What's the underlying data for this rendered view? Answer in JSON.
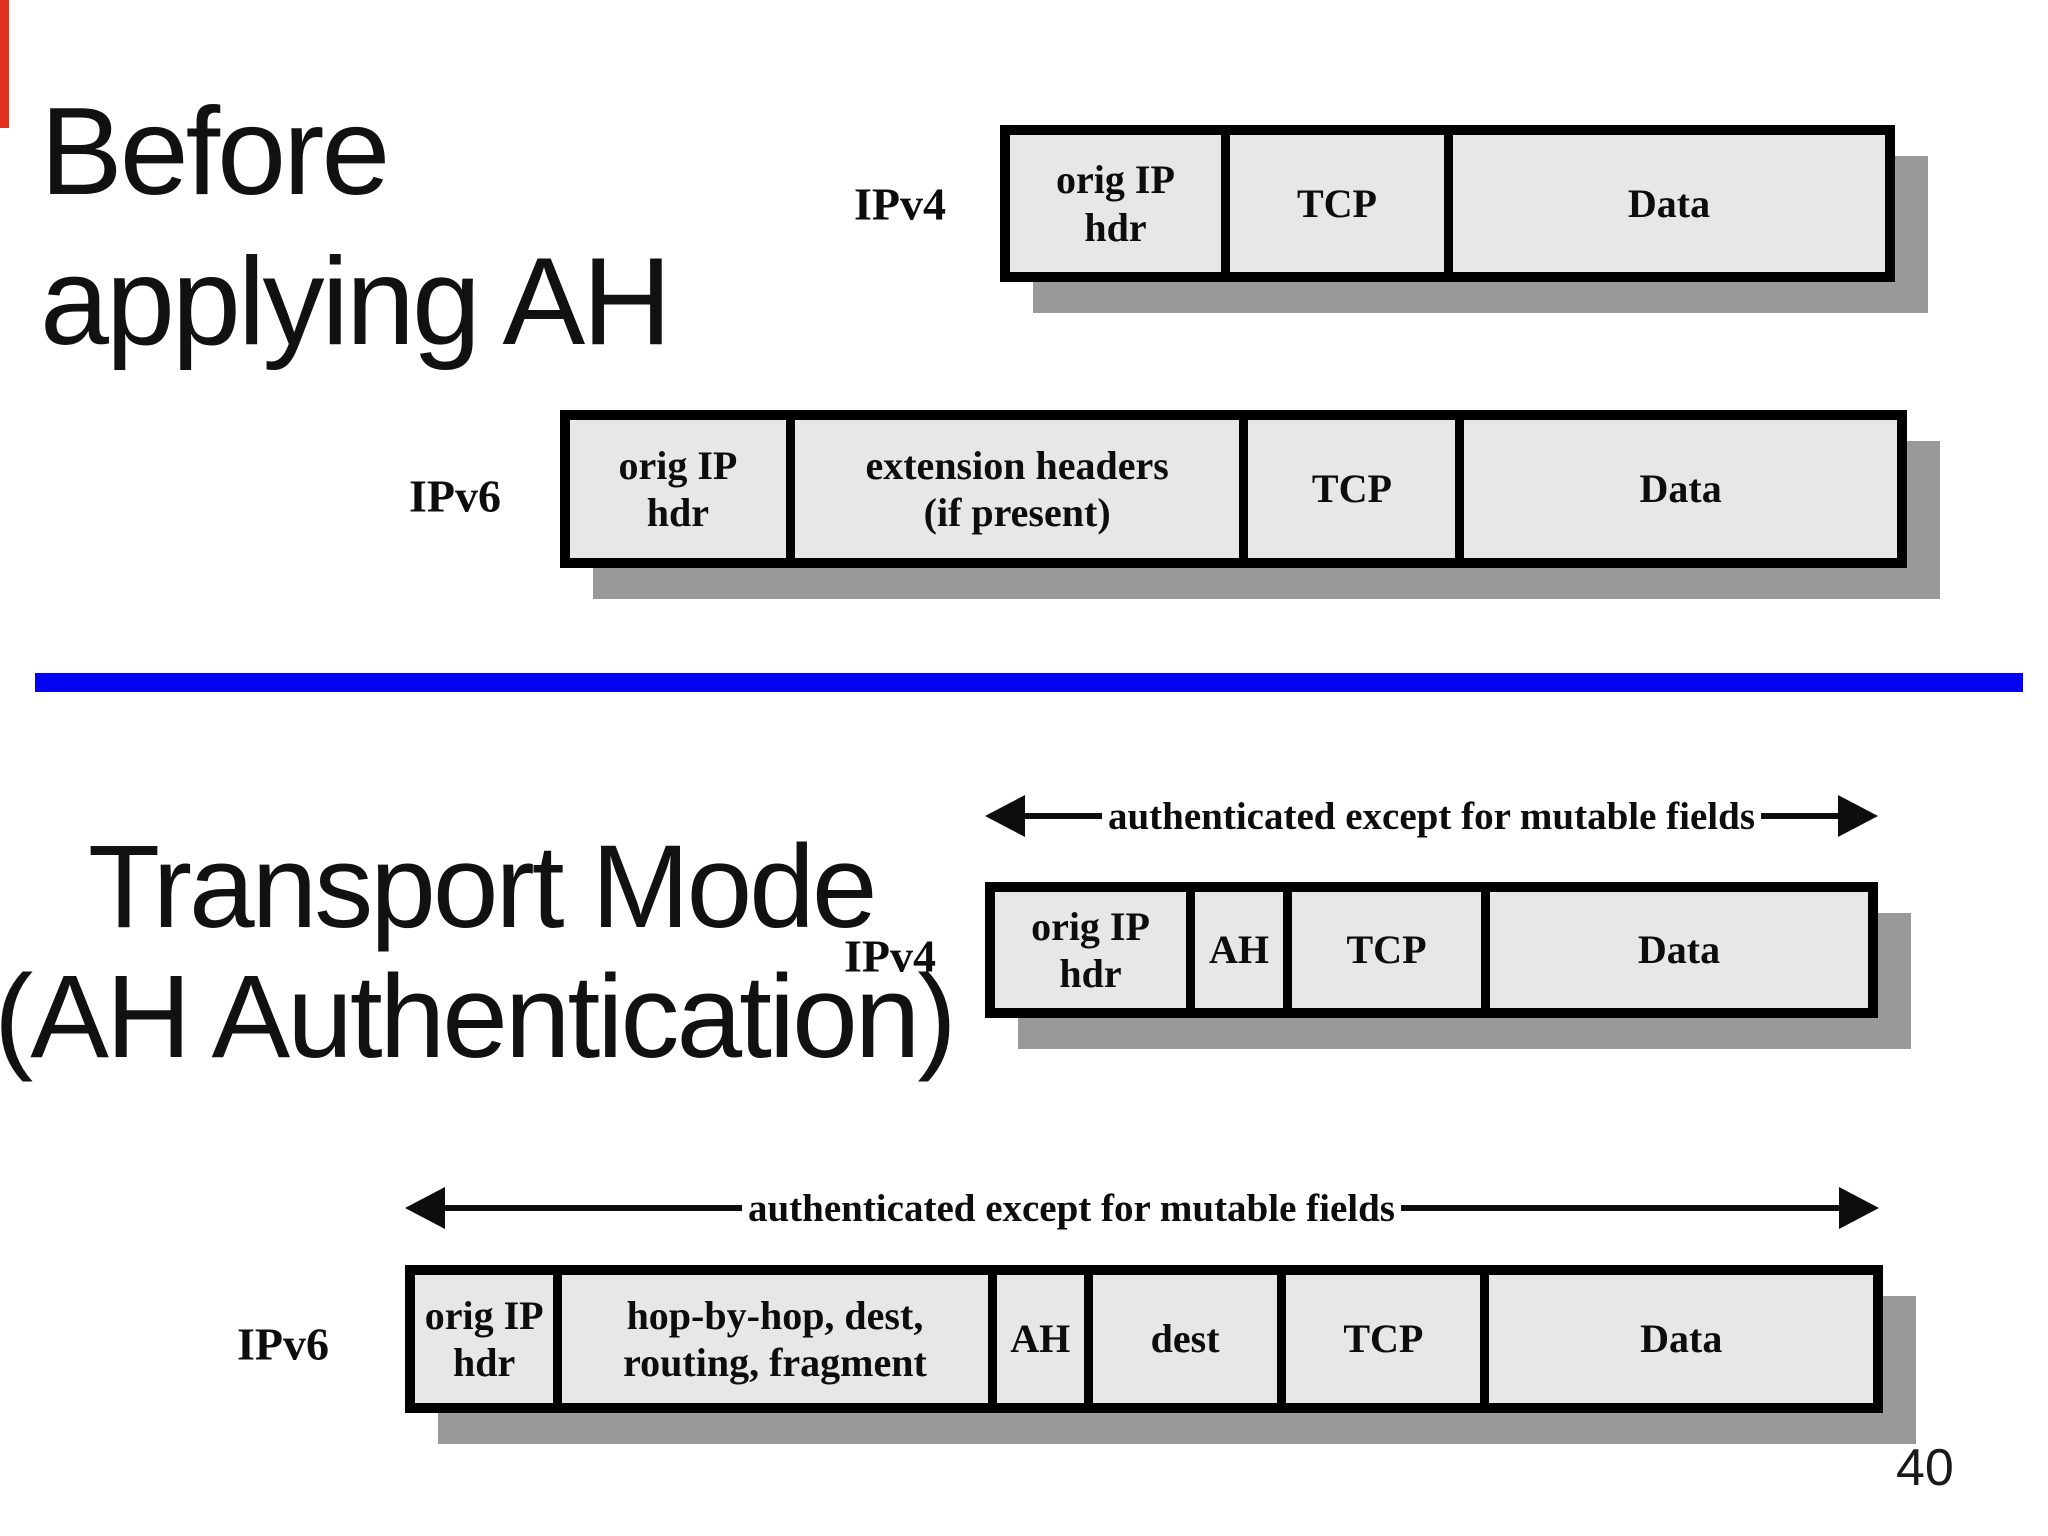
{
  "colors": {
    "box-fill": "#e7e7e7",
    "box-border": "#000000",
    "shadow": "#999999",
    "divider-blue": "#0404f0",
    "red-edge": "#e03020",
    "text": "#111111"
  },
  "page_number": "40",
  "before": {
    "title_line1": "Before",
    "title_line2": "applying AH",
    "ipv4": {
      "label": "IPv4",
      "cells": [
        {
          "text": "orig IP\nhdr"
        },
        {
          "text": "TCP"
        },
        {
          "text": "Data"
        }
      ]
    },
    "ipv6": {
      "label": "IPv6",
      "cells": [
        {
          "text": "orig IP\nhdr"
        },
        {
          "text": "extension headers\n(if present)"
        },
        {
          "text": "TCP"
        },
        {
          "text": "Data"
        }
      ]
    }
  },
  "transport": {
    "title_line1": "Transport Mode",
    "title_line2": "(AH Authentication)",
    "ipv4": {
      "label": "IPv4",
      "arrow_label": "authenticated except for mutable fields",
      "cells": [
        {
          "text": "orig IP\nhdr"
        },
        {
          "text": "AH"
        },
        {
          "text": "TCP"
        },
        {
          "text": "Data"
        }
      ]
    },
    "ipv6": {
      "label": "IPv6",
      "arrow_label": "authenticated except for mutable fields",
      "cells": [
        {
          "text": "orig IP\nhdr"
        },
        {
          "text": "hop-by-hop, dest,\nrouting, fragment"
        },
        {
          "text": "AH"
        },
        {
          "text": "dest"
        },
        {
          "text": "TCP"
        },
        {
          "text": "Data"
        }
      ]
    }
  }
}
